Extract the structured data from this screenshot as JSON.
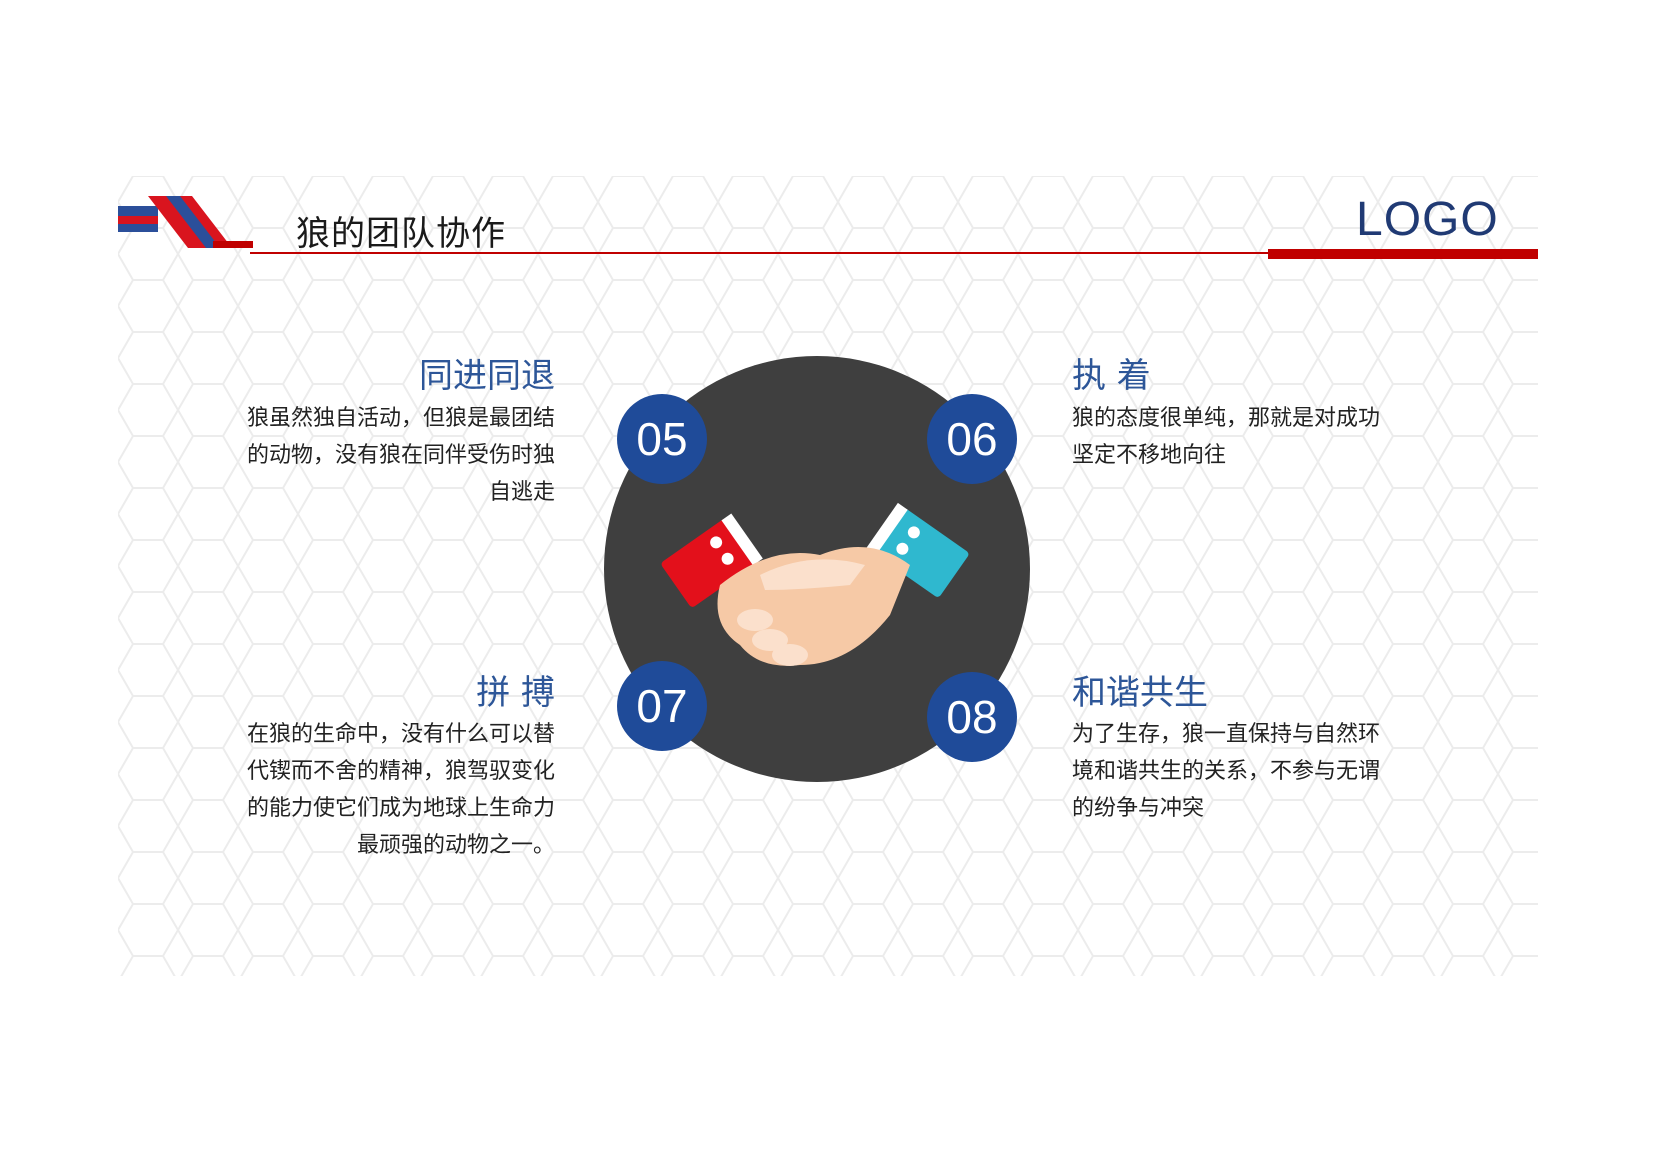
{
  "header": {
    "title": "狼的团队协作",
    "logo": "LOGO",
    "colors": {
      "red": "#c00000",
      "blue": "#1f4b99",
      "title_blue": "#2d5698",
      "dark_circle": "#3f3f3f"
    }
  },
  "center": {
    "graphic": "handshake-icon",
    "numbers": [
      "05",
      "06",
      "07",
      "08"
    ]
  },
  "sections": [
    {
      "number": "05",
      "title": "同进同退",
      "lines": [
        "狼虽然独自活动，但狼是最团结",
        "的动物，没有狼在同伴受伤时独",
        "自逃走"
      ]
    },
    {
      "number": "06",
      "title": "执 着",
      "lines": [
        "狼的态度很单纯，那就是对成功",
        "坚定不移地向往"
      ]
    },
    {
      "number": "07",
      "title": "拼 搏",
      "lines": [
        "在狼的生命中，没有什么可以替",
        "代锲而不舍的精神，狼驾驭变化",
        "的能力使它们成为地球上生命力",
        "最顽强的动物之一。"
      ]
    },
    {
      "number": "08",
      "title": "和谐共生",
      "lines": [
        "为了生存，狼一直保持与自然环",
        "境和谐共生的关系，不参与无谓",
        "的纷争与冲突"
      ]
    }
  ]
}
